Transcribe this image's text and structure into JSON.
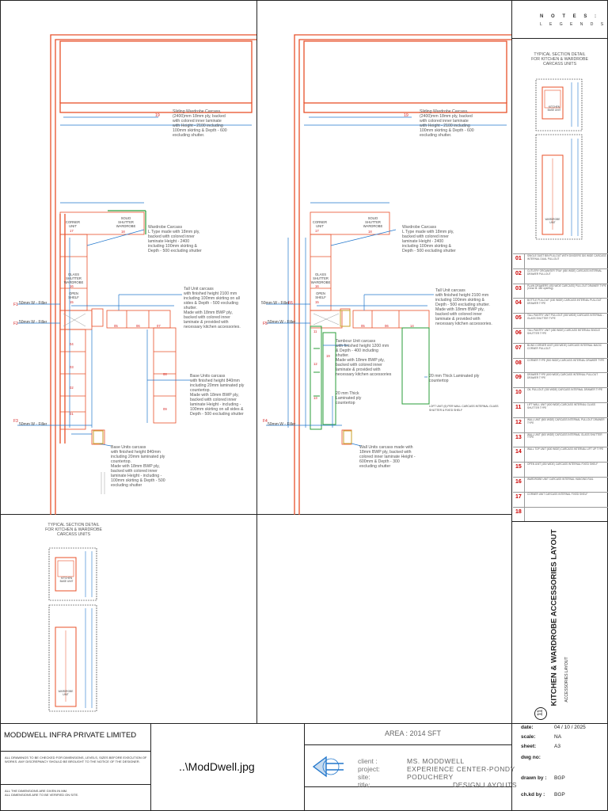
{
  "notes": {
    "heading": "N O T E S :",
    "subheading": "L E G E N D S",
    "section_title_right": "TYPICAL SECTION DETAIL\nFOR KITCHEN & WARDROBE\nCARCASS UNITS",
    "section_title_left": "TYPICAL SECTION DETAIL\nFOR KITCHEN & WARDROBE\nCARCASS UNITS",
    "kitchen_base_unit": "KITCHEN\nBASE UNIT",
    "wardrobe_unit": "WARDROBE\nUNIT"
  },
  "legend": [
    {
      "num": "01",
      "text": "SINGLE DUST BIN PULLOUT WITH DIVIDERS 300 WIDE CARCASS INTERNAL DUAL PULLOUT"
    },
    {
      "num": "02",
      "text": "CUTLERY ORGANISER TRAY (450 WIDE) CARCASS INTERNAL DRAWER PULLOUT"
    },
    {
      "num": "03",
      "text": "PLAIN DRAWERS (450 WIDE CARCASS) PULLOUT DRAWER TYPE (Clear M: 450 opening)"
    },
    {
      "num": "04",
      "text": "BOTTLE PULLOUT (150 WIDE) CARCASS INTERNAL PULLOUT DRAWER TYPE"
    },
    {
      "num": "05",
      "text": "TALL PANTRY UNIT PULLOUT (450 WIDE) CARCASS INTERNAL - GLASS SHUTTER TYPE"
    },
    {
      "num": "06",
      "text": "TALL PANTRY UNIT (450 WIDE) CARCASS INTERNAL SINGLE SHUTTER TYPE"
    },
    {
      "num": "07",
      "text": "BLIND CORNER UNIT (450 WIDE) CARCASS INTERNAL MAGIC CORNER PULLOUT"
    },
    {
      "num": "08",
      "text": "CORNER TYPE (900 WIDE) CARCASS INTERNAL DRAWER TYPE"
    },
    {
      "num": "09",
      "text": "DRAWER TYPE (600 WIDE) CARCASS INTERNAL PULLOUT DRAWER TYPE"
    },
    {
      "num": "10",
      "text": "OIL PULLOUT (150 WIDE) CARCASS INTERNAL DRAWER TYPE"
    },
    {
      "num": "11",
      "text": "LIFT WALL UNIT (600 WIDE) CARCASS INTERNAL GLASS SHUTTER TYPE"
    },
    {
      "num": "12",
      "text": "WALL UNIT (600 WIDE) CARCASS INTERNAL PULLOUT DRAWER TYPE"
    },
    {
      "num": "13",
      "text": "WALL UNIT (600 WIDE) CARCASS INTERNAL GLASS SHUTTER TYPE"
    },
    {
      "num": "14",
      "text": "WALL TOP UNIT (600 WIDE) CARCASS INTERNAL LIFT UP TYPE"
    },
    {
      "num": "15",
      "text": "OPEN UNIT (450 WIDE) CARCASS INTERNAL FIXED SHELF"
    },
    {
      "num": "16",
      "text": "WARDROBE UNIT CARCASS INTERNAL HANGING RAIL"
    },
    {
      "num": "17",
      "text": "CORNER UNIT CARCASS INTERNAL FIXED SHELF"
    },
    {
      "num": "18",
      "text": ""
    }
  ],
  "plan_left": {
    "sliding_wardrobe_num": "19",
    "sliding_note": "Sliding Wardrobe Carcass,\n(2400)mm 18mm ply, backed\nwith colored inner laminate\nwith Height - 2100 including\n100mm skirting & Depth - 600\nexcluding shutter.",
    "corner_unit": "CORNER\nUNIT",
    "corner_num": "17",
    "solid_shutter": "SOLID\nSHUTTER\nWARDROBE",
    "solid_num": "18",
    "wardrobe_note": "Wardrobe Carcass\nL Type made with 18mm ply,\nbacked with colored inner\nlaminate Height - 2400\nincluding 100mm skirting &\nDepth - 500 excluding shutter",
    "glass_shutter": "GLASS\nSHUTTER\nWARDROBE",
    "glass_num": "16",
    "open_shelf": "OPEN\nSHELF",
    "open_num": "15",
    "tall_note": "Tall Unit carcass\nwith finished height 2100 mm\nincluding 100mm skirting on all\nsides & Depth - 500 excluding\nshutter.\nMade with 18mm BWP ply,\nbacked with colored inner\nlaminate & provided with\nnecessary kitchen accessories.",
    "base_note_right": "Base Units carcass\nwith finished height 840mm\nincluding 20mm laminated ply\ncountertop.\nMade with 18mm BWP ply,\nbacked with colored inner\nlaminate Height - including -\n100mm skirting on all sides &\nDepth - 500 excluding shutter",
    "base_note_bottom": "Base Units carcass\nwith finished height 840mm\nincluding 20mm laminated ply\ncountertop.\nMade with 18mm BWP ply,\nbacked with colored inner\nlaminate Height - including -\n100mm skirting & Depth - 500\nexcluding shutter",
    "filler_top": "50mm W - Filler",
    "filler_mid": "50mm W - Filler",
    "filler_bot": "50mm W - Filler",
    "f1": "F1",
    "f2": "F2",
    "f3": "F3",
    "nums": [
      "05",
      "06",
      "07",
      "04",
      "03",
      "02",
      "01",
      "08",
      "09"
    ]
  },
  "plan_right": {
    "sliding_wardrobe_num": "19",
    "sliding_note": "Sliding Wardrobe Carcass,\n(2400)mm 18mm ply, backed\nwith colored inner laminate\nwith Height - 2100 including\n100mm skirting & Depth - 600\nexcluding shutter.",
    "corner_unit": "CORNER\nUNIT",
    "corner_num": "17",
    "solid_shutter": "SOLID\nSHUTTER\nWARDROBE",
    "solid_num": "18",
    "wardrobe_note": "Wardrobe Carcass\nL Type made with 18mm ply,\nbacked with colored inner\nlaminate Height - 2400\nincluding 100mm skirting &\nDepth - 500 excluding shutter",
    "glass_shutter": "GLASS\nSHUTTER\nWARDROBE",
    "glass_num": "16",
    "open_shelf": "OPEN\nSHELF",
    "open_num": "15",
    "tall_note": "Tall Unit carcass\nwith finished height 2100 mm\nincluding 100mm skirting &\nDepth - 500 excluding shutter.\nMade with 18mm BWP ply,\nbacked with colored inner\nlaminate & provided with\nnecessary kitchen accessories.",
    "tambour_note": "Tambour Unit carcass\nwith finished height 1200 mm\n& Depth - 400 including\nshutter.\nMade with 18mm BWP ply,\nbacked with colored inner\nlaminate & provided with\nnecessary kitchen accessories",
    "countertop_note_a": "20 mm Thick\nLaminated ply\ncountertop",
    "countertop_note_b": "20 mm Thick Laminated ply\ncountertop",
    "wall_note": "Wall Units carcass made with\n18mm BWP ply, backed with\ncolored inner laminate Height -\n600mm & Depth - 300\nexcluding shutter",
    "loft_note": "LOFT UNIT (6) PER WALL CARCASS INTERNAL GLASS SHUTTER & FIXED SHELF",
    "filler_top": "50mm W - Filler",
    "filler_mid": "50mm W - Filler",
    "filler_bot": "50mm W - Filler",
    "f4": "F4",
    "f5": "F5",
    "f6": "F6",
    "nums": [
      "11",
      "12",
      "13",
      "05",
      "06",
      "14",
      "19"
    ]
  },
  "title_sheet": {
    "vertical_title": "KITCHEN & WARDROBE ACCESSORIES LAYOUT",
    "vertical_sub": "ACCESSORIES LAYOUT",
    "sheet_no": "11"
  },
  "title_block": {
    "company": "MODDWELL INFRA PRIVATE LIMITED",
    "disclaimer": "ALL DRAWINGS TO BE CHECKED FOR DIMENSIONS, LEVELS, SIZES BEFORE EXECUTION OF WORKS. ANY DISCREPANCY SHOULD BE BROUGHT TO THE NOTICE OF THE DESIGNER.",
    "note2": "ALL THE DIMENSIONS ARE GIVEN IN MM.\nALL DIMENSIONS ARE TO BE VERIFIED ON SITE.",
    "logo_text": "..\\ModDwell.jpg",
    "area": "AREA : 2014 SFT",
    "client_label": "client :",
    "client_value": "MS. MODDWELL",
    "project_label": "project:",
    "project_value": "EXPERIENCE CENTER-PONDY",
    "site_label": "site:",
    "site_value": "PODUCHERY",
    "title_label": "title:",
    "title_value": "DESIGN LAYOUTS",
    "date_label": "date:",
    "date_value": "04 / 10 / 2025",
    "scale_label": "scale:",
    "scale_value": "NA",
    "sheet_label": "sheet:",
    "sheet_value": "A3",
    "dwg_label": "dwg no:",
    "dwg_value": "",
    "drawn_label": "drawn by :",
    "drawn_value": "BGP",
    "checked_label": "ch.kd by :",
    "checked_value": "BGP"
  },
  "colors": {
    "wall": "#e8502a",
    "dimension": "#2277cc",
    "green": "#2a9d3a",
    "red_text": "#d52222"
  }
}
